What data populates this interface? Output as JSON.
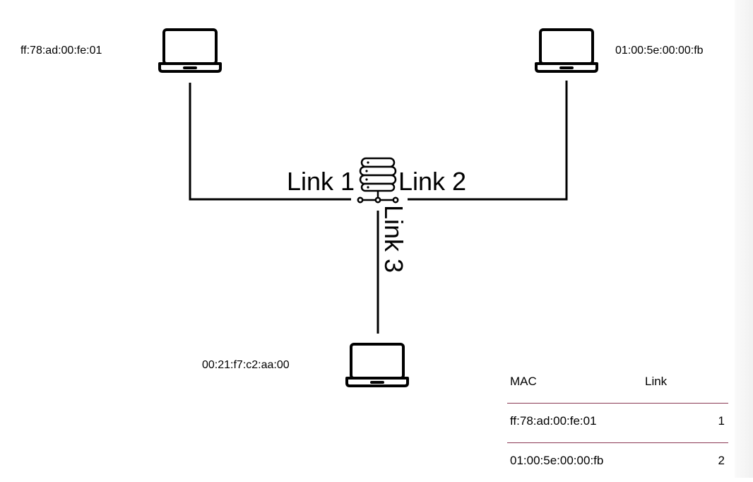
{
  "nodes": [
    {
      "id": "host-top-left",
      "mac": "ff:78:ad:00:fe:01"
    },
    {
      "id": "host-top-right",
      "mac": "01:00:5e:00:00:fb"
    },
    {
      "id": "host-bottom",
      "mac": "00:21:f7:c2:aa:00"
    }
  ],
  "links": {
    "link1": "Link 1",
    "link2": "Link 2",
    "link3": "Link 3"
  },
  "mac_table": {
    "headers": {
      "mac": "MAC",
      "link": "Link"
    },
    "rows": [
      {
        "mac": "ff:78:ad:00:fe:01",
        "link": "1"
      },
      {
        "mac": "01:00:5e:00:00:fb",
        "link": "2"
      }
    ]
  },
  "colors": {
    "line": "#000000",
    "table_divider": "#8b3a55"
  },
  "icons": {
    "host": "laptop-icon",
    "switch": "switch-icon"
  }
}
